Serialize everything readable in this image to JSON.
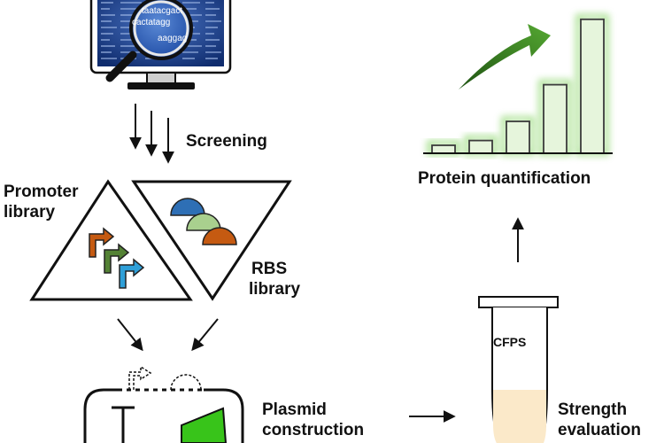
{
  "labels": {
    "screening": "Screening",
    "promoter_library_l1": "Promoter",
    "promoter_library_l2": "library",
    "rbs_library_l1": "RBS",
    "rbs_library_l2": "library",
    "plasmid_construction_l1": "Plasmid",
    "plasmid_construction_l2": "construction",
    "strength_evaluation_l1": "Strength",
    "strength_evaluation_l2": "evaluation",
    "protein_quantification": "Protein quantification",
    "tube_label": "CFPS"
  },
  "monitor_sequences": [
    "taatacgact",
    "cactatagg",
    "aaggag"
  ],
  "bar_levels": [
    0.05,
    0.08,
    0.2,
    0.43,
    0.84
  ],
  "colors": {
    "promoter_arrows": [
      "#c55a11",
      "#548235",
      "#2e9fd8"
    ],
    "rbs_shapes": [
      "#2e6fb5",
      "#a9d08e",
      "#c55a11"
    ],
    "bar_fill": "#e6f5dc",
    "bar_glow": "#8bd66b",
    "growth_arrow": "#3a7a22",
    "tube_liquid": "#fbe9c9",
    "cds_green": "#38c41a"
  }
}
